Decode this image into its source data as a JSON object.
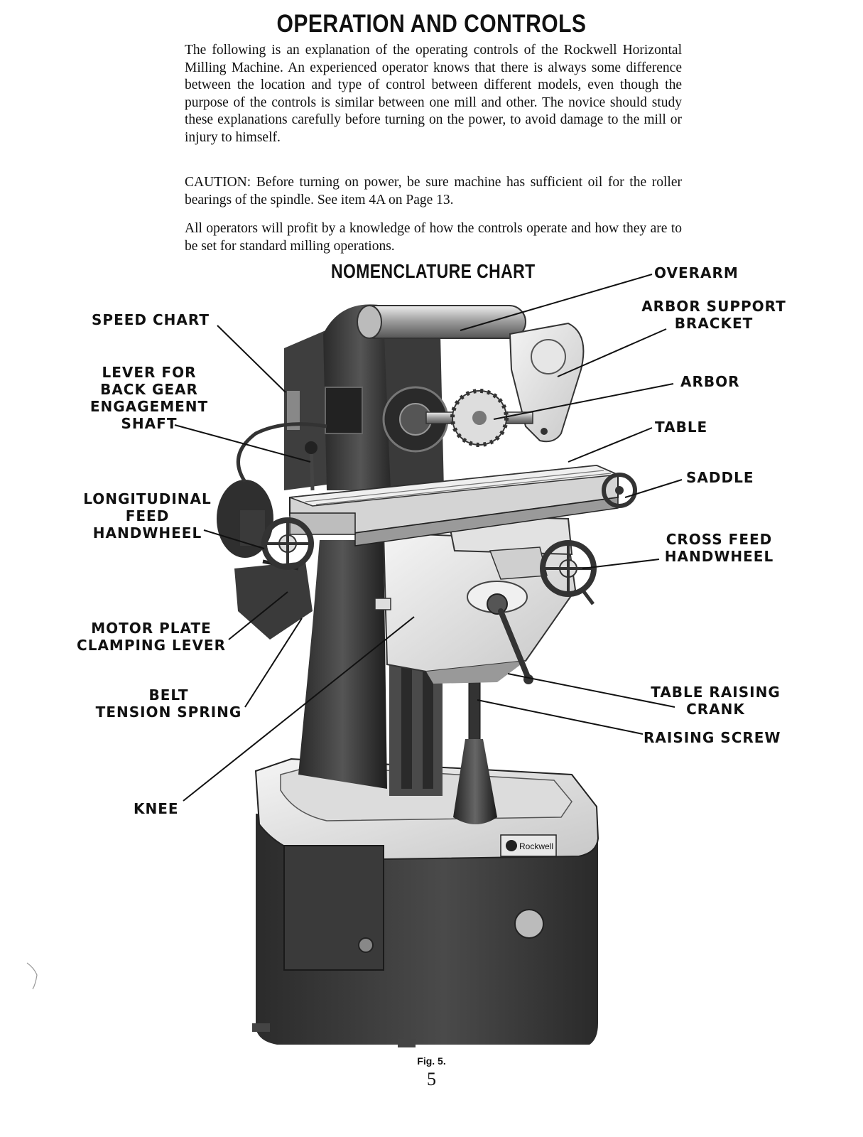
{
  "heading": "OPERATION AND CONTROLS",
  "paragraphs": {
    "intro": "The following is an explanation of the operating controls of the Rockwell Horizontal Milling Machine. An experienced operator knows that there is always some difference between the location and type of control between different models, even though the purpose of the controls is similar between one mill and other. The novice should study these explanations carefully before turning on the power, to avoid damage to the mill or injury to himself.",
    "caution": "CAUTION: Before turning on power, be sure machine has sufficient oil for the roller bearings of the spindle. See item 4A on Page 13.",
    "profit": "All operators will profit by a knowledge of how the controls operate and how they are to be set for standard milling operations."
  },
  "chart_title": "NOMENCLATURE CHART",
  "labels": {
    "overarm": "OVERARM",
    "arbor_support": "ARBOR SUPPORT\nBRACKET",
    "arbor": "ARBOR",
    "table": "TABLE",
    "saddle": "SADDLE",
    "cross_feed": "CROSS FEED\nHANDWHEEL",
    "table_raising": "TABLE RAISING\nCRANK",
    "raising_screw": "RAISING SCREW",
    "speed_chart": "SPEED CHART",
    "back_gear": "LEVER FOR\nBACK GEAR\nENGAGEMENT\nSHAFT",
    "longitudinal": "LONGITUDINAL\nFEED\nHANDWHEEL",
    "motor_plate": "MOTOR PLATE\nCLAMPING LEVER",
    "belt_spring": "BELT\nTENSION SPRING",
    "knee": "KNEE"
  },
  "nameplate": "Rockwell",
  "figure_caption": "Fig. 5.",
  "page_number": "5"
}
